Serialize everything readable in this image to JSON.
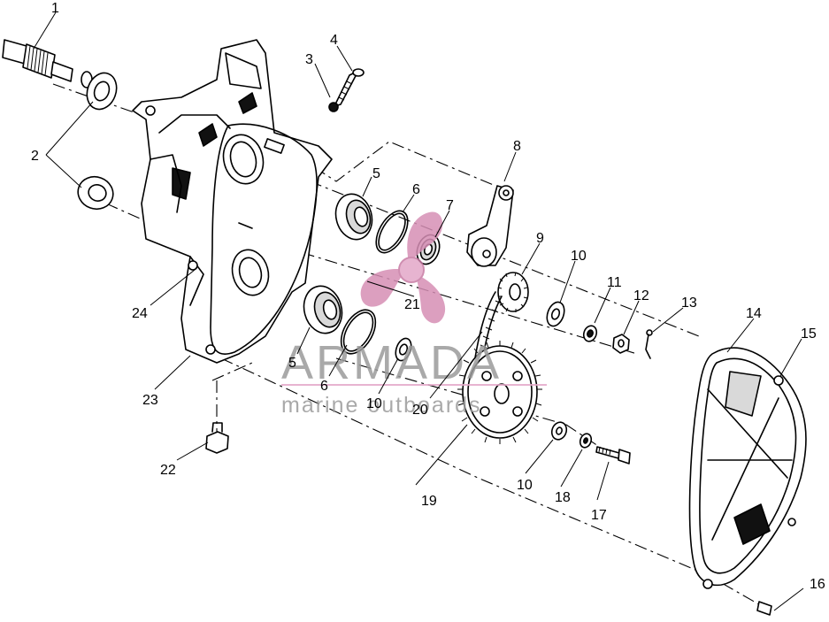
{
  "callouts": {
    "c1": "1",
    "c2": "2",
    "c3": "3",
    "c4": "4",
    "c5a": "5",
    "c5b": "5",
    "c6a": "6",
    "c6b": "6",
    "c7": "7",
    "c8": "8",
    "c9": "9",
    "c10a": "10",
    "c10b": "10",
    "c10c": "10",
    "c11": "11",
    "c12": "12",
    "c13": "13",
    "c14": "14",
    "c15": "15",
    "c16": "16",
    "c17": "17",
    "c18": "18",
    "c19": "19",
    "c20": "20",
    "c21": "21",
    "c22": "22",
    "c23": "23",
    "c24": "24"
  },
  "watermark": {
    "title": "ARMADA",
    "subtitle": "marine outboards"
  },
  "colors": {
    "line": "#000000",
    "background": "#ffffff",
    "watermark_text": "#9b9b9b",
    "watermark_logo": "#d68fb5"
  }
}
